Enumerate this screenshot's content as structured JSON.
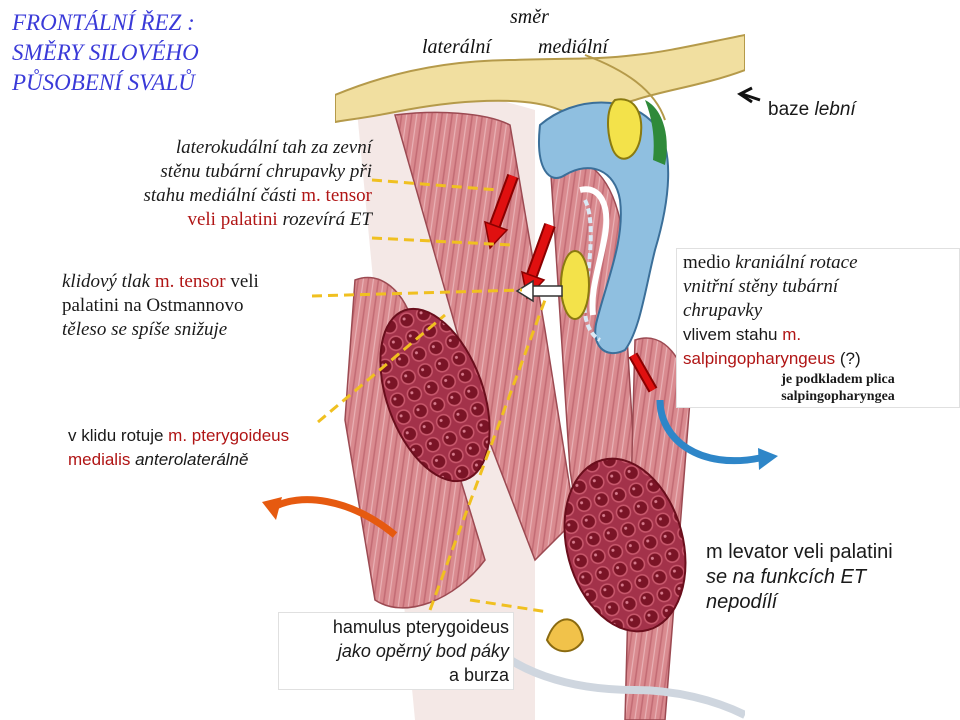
{
  "title": {
    "line1": "FRONTÁLNÍ ŘEZ :",
    "line2": "SMĚRY SILOVÉHO",
    "line3": "PŮSOBENÍ SVALŮ"
  },
  "direction": {
    "heading": "směr",
    "lateral": "laterální",
    "medial": "mediální"
  },
  "note_tensor": {
    "line1": "laterokudální tah za zevní",
    "line2": "stěnu tubární chrupavky při",
    "line3_a": "stahu mediální části ",
    "line3_b": "m. tensor",
    "line4_a": "veli palatini",
    "line4_b": " rozevírá ET"
  },
  "note_rest": {
    "line1_a": "klidový tlak ",
    "line1_b": "m. tensor",
    "line1_c": " veli",
    "line2": "palatini na Ostmannovo",
    "line3": "těleso se spíše snižuje"
  },
  "note_pterygoid": {
    "line1_a": "v klidu rotuje ",
    "line1_b": "m. pterygoideus",
    "line2_a": "medialis",
    "line2_b": " anterolaterálně"
  },
  "label_skull_base": {
    "line1_a": "baze ",
    "line1_b": "lební"
  },
  "note_rotation": {
    "line1_a": "medio ",
    "line1_b": "kraniální rotace",
    "line2": "vnitřní stěny tubární",
    "line3": "chrupavky",
    "line4_a": "vlivem stahu ",
    "line4_b": "m.",
    "line5_a": "salpingopharyngeus",
    "line5_b": " (?)",
    "line6": "je podkladem plica",
    "line7": "salpingopharyngea"
  },
  "note_hamulus": {
    "line1": "hamulus pterygoideus",
    "line2": "jako opěrný bod páky",
    "line3": "a burza"
  },
  "note_levator": {
    "line1": "m levator veli palatini",
    "line2": "se na funkcích ET",
    "line3": "nepodílí"
  },
  "colors": {
    "title": "#3a3ad8",
    "muscle_name": "#b01515",
    "muscle": "#d98a8f",
    "gland": "#8c1c2c",
    "cartilage": "#8fbfe0",
    "bone": "#f1dfa0",
    "arrow_red": "#e01010",
    "arrow_blue": "#2e86c8",
    "dashed_line": "#f0c020"
  }
}
